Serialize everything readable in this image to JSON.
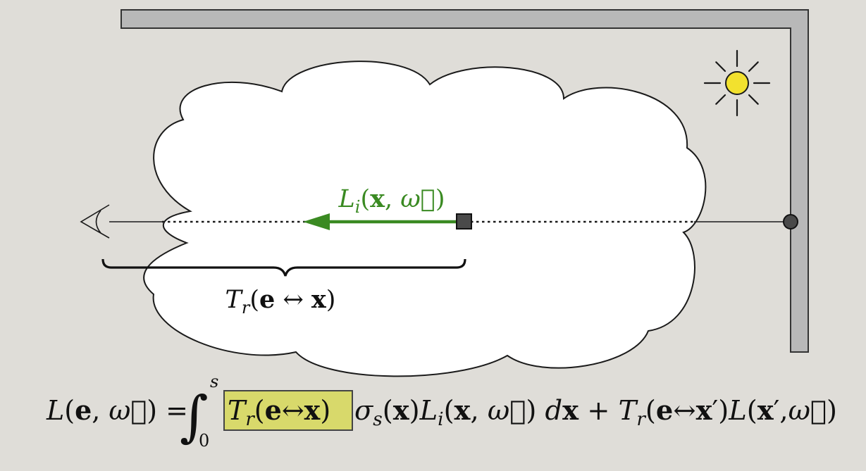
{
  "colors": {
    "background": "#dfddd8",
    "wall_fill": "#b8b8b8",
    "wall_stroke": "#333333",
    "cloud_fill": "#ffffff",
    "cloud_stroke": "#1a1a1a",
    "ray_color": "#1a1a1a",
    "incoming_radiance_arrow": "#3a8a22",
    "scatter_point": "#4a4a4a",
    "sun_fill": "#f2e12e",
    "highlight_fill": "#d8d96b",
    "highlight_stroke": "#444444"
  },
  "icons": {
    "eye": "eye-icon",
    "sun": "sun-icon",
    "surface_point": "surface-point-icon",
    "scatter_point": "scatter-point-icon"
  },
  "labels": {
    "incoming_radiance": {
      "L": "L",
      "sub": "i",
      "open": "(",
      "x": "x",
      "comma": ", ",
      "omega": "ω⃗",
      "close": ")"
    },
    "transmittance": {
      "T": "T",
      "sub": "r",
      "open": "(",
      "e": "e",
      "arrow": " ↔ ",
      "x": "x",
      "close": ")"
    }
  },
  "equation": {
    "lhs": {
      "L": "L",
      "open": "(",
      "e": "e",
      "comma": ", ",
      "omega": "ω⃗",
      "close": ")",
      "eq": " = "
    },
    "integral": {
      "sign": "∫",
      "upper": "s",
      "lower": "0"
    },
    "highlighted_term": {
      "T": "T",
      "sub": "r",
      "open": "(",
      "e": "e",
      "arrow": "↔",
      "x": "x",
      "close": ")"
    },
    "rest": {
      "sigma": "σ",
      "sigma_sub": "s",
      "open1": "(",
      "x1": "x",
      "close1": ")",
      "L": "L",
      "L_sub": "i",
      "open2": "(",
      "x2": "x",
      "comma2": ", ",
      "omega2": "ω⃗",
      "close2": ")",
      "d": " d",
      "dx": "x",
      "plus": " + ",
      "T": "T",
      "T_sub": "r",
      "open3": "(",
      "e3": "e",
      "arrow3": "↔",
      "x3": "x",
      "prime3": "′",
      "close3": ")",
      "L2": "L",
      "open4": "(",
      "x4": "x",
      "prime4": "′",
      "comma4": ",",
      "omega4": "ω⃗",
      "close4": ")"
    }
  }
}
